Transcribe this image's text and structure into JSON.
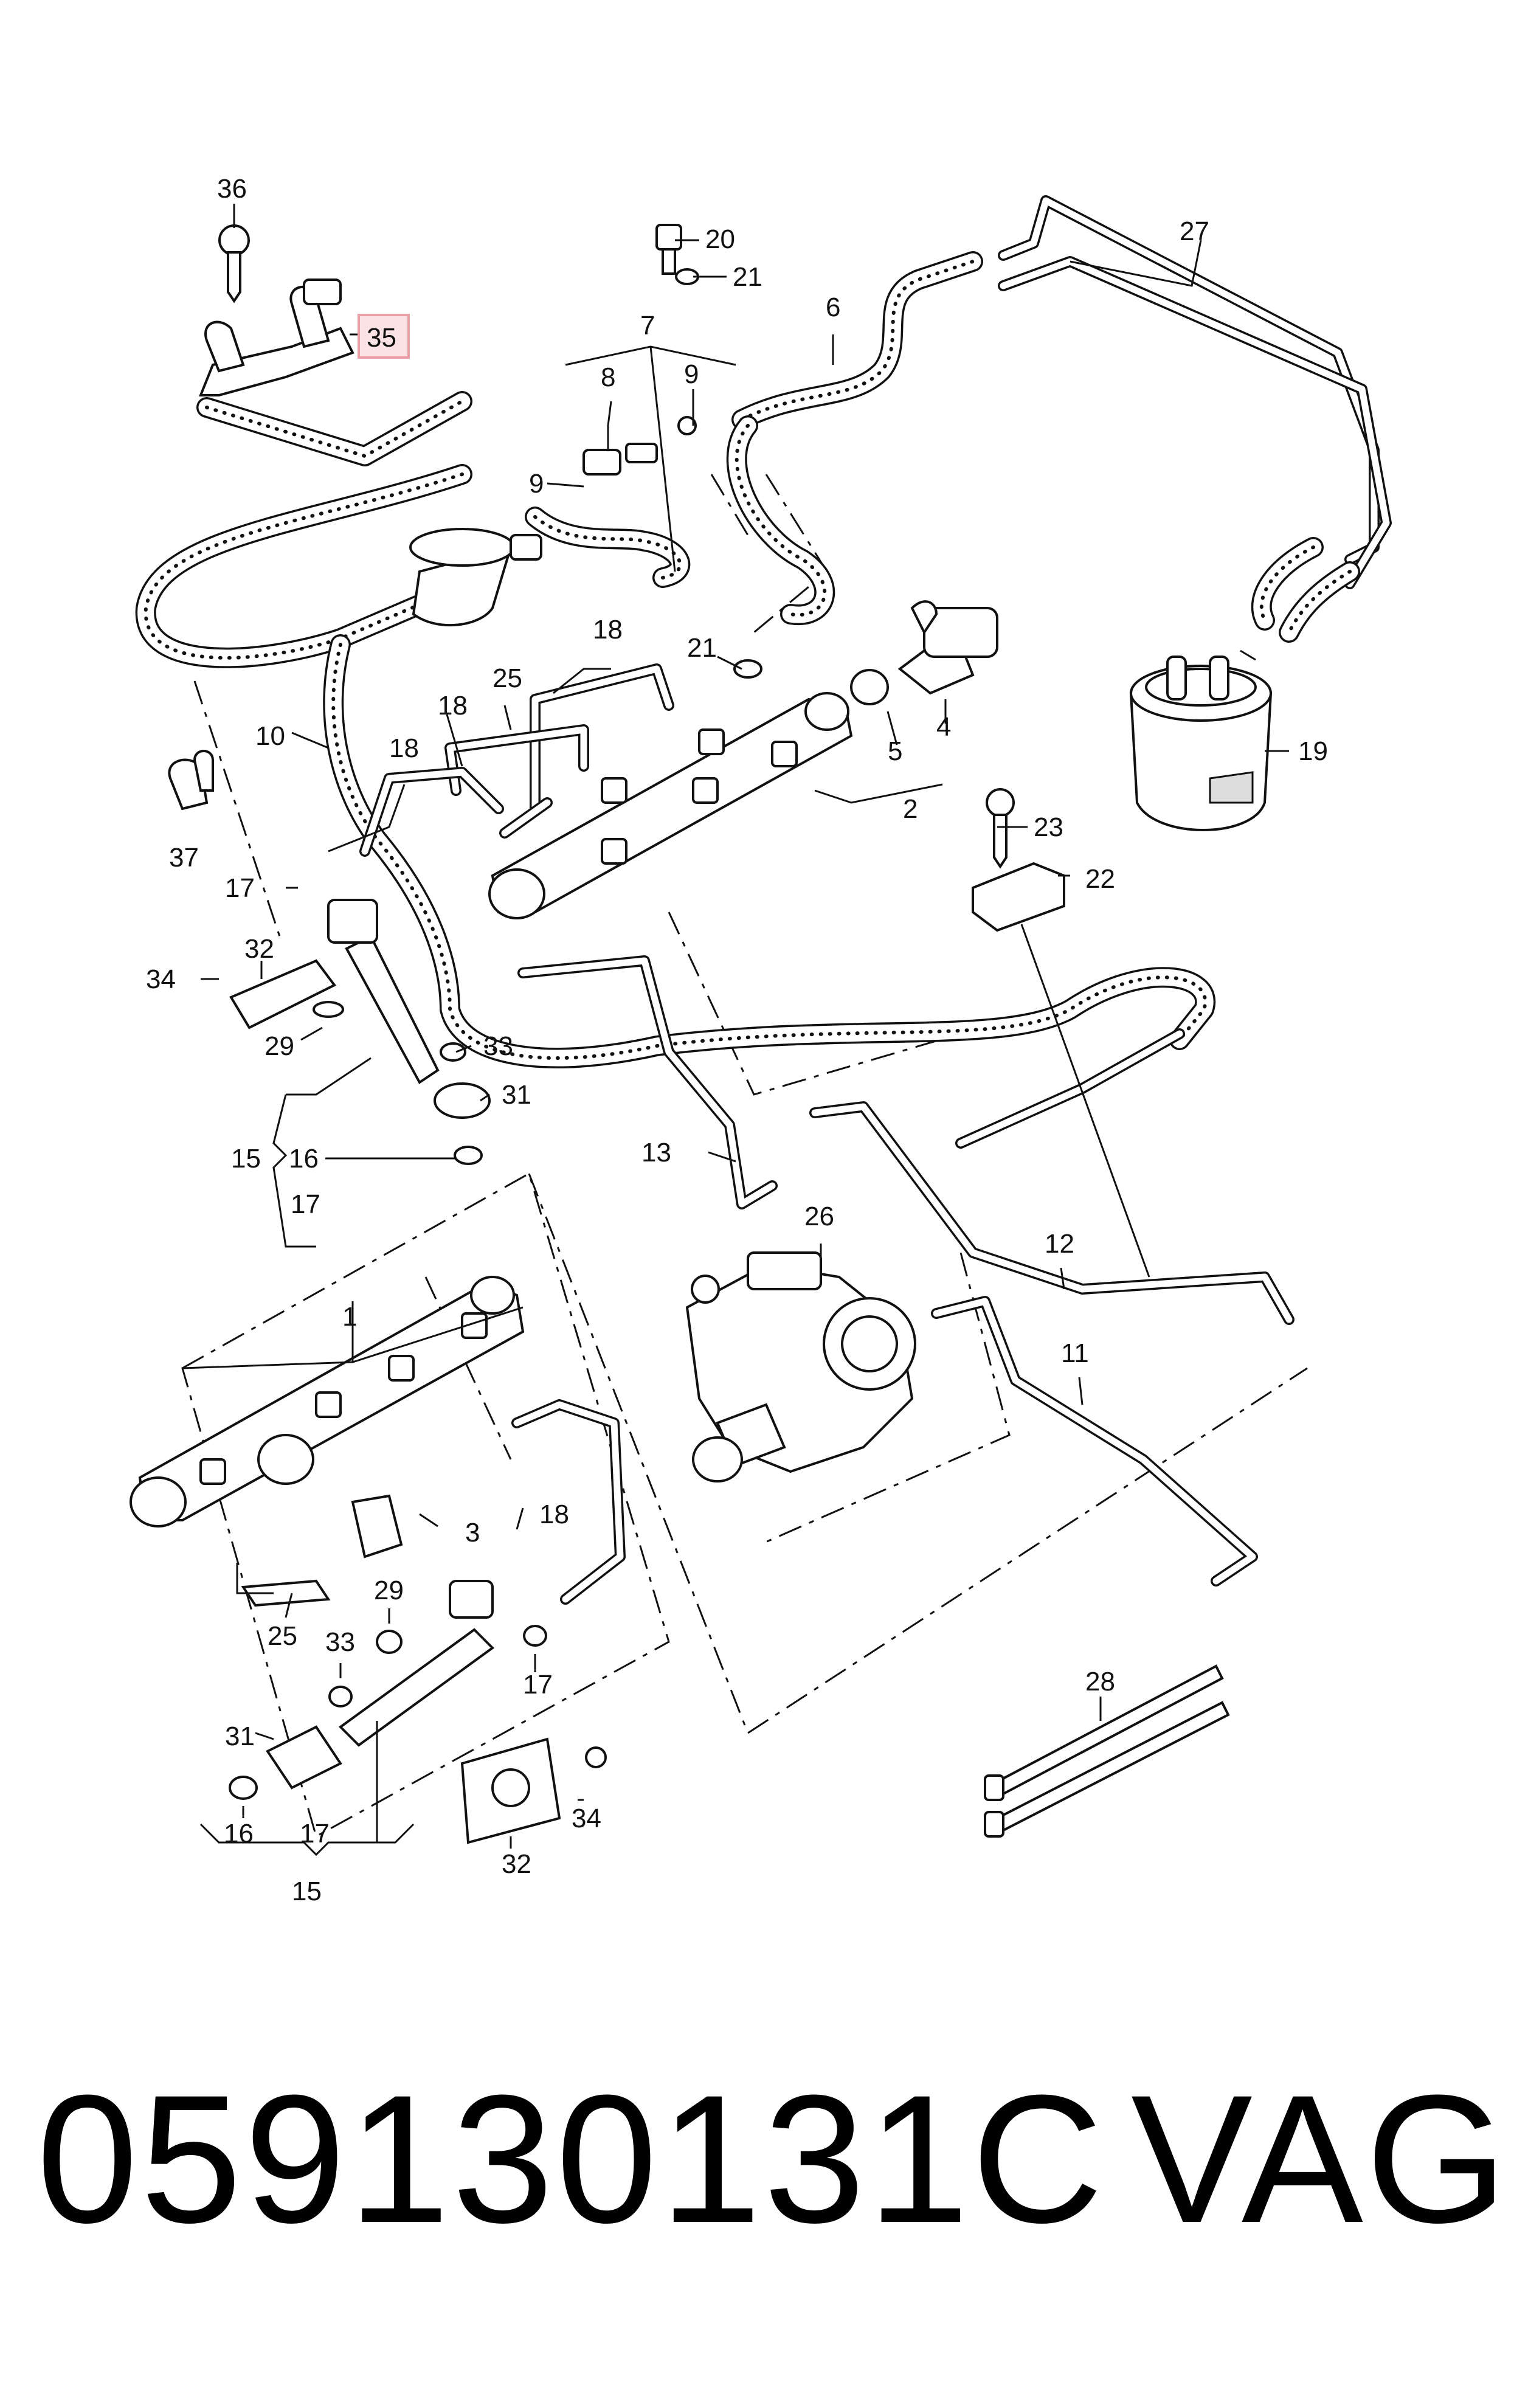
{
  "caption": {
    "part_number": "059130131C",
    "brand": "VAG"
  },
  "highlight": {
    "label": "35",
    "color": "#e8a0a6",
    "fill": "#fbe3e5"
  },
  "labels": {
    "l1": "1",
    "l2": "2",
    "l3": "3",
    "l4": "4",
    "l5": "5",
    "l6": "6",
    "l7": "7",
    "l8": "8",
    "l9a": "9",
    "l9b": "9",
    "l10": "10",
    "l11": "11",
    "l12": "12",
    "l13": "13",
    "l15a": "15",
    "l15b": "15",
    "l16a": "16",
    "l16b": "16",
    "l17a": "17",
    "l17b": "17",
    "l17c": "17",
    "l17d": "17",
    "l18a": "18",
    "l18b": "18",
    "l18c": "18",
    "l18d": "18",
    "l19": "19",
    "l20": "20",
    "l21a": "21",
    "l21b": "21",
    "l22": "22",
    "l23": "23",
    "l25a": "25",
    "l25b": "25",
    "l26": "26",
    "l27": "27",
    "l28": "28",
    "l29a": "29",
    "l29b": "29",
    "l31a": "31",
    "l31b": "31",
    "l32a": "32",
    "l32b": "32",
    "l33a": "33",
    "l33b": "33",
    "l34a": "34",
    "l34b": "34",
    "l36": "36",
    "l37": "37"
  }
}
